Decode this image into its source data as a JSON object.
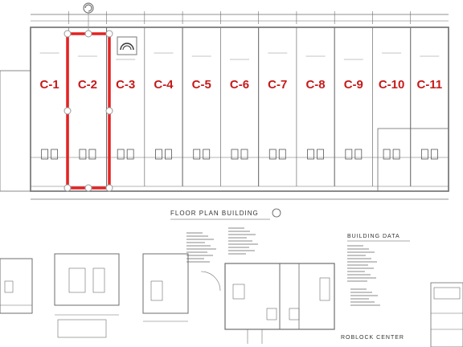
{
  "drawing": {
    "units": [
      "C-1",
      "C-2",
      "C-3",
      "C-4",
      "C-5",
      "C-6",
      "C-7",
      "C-8",
      "C-9",
      "C-10",
      "C-11"
    ],
    "highlighted_unit": "C-2",
    "plan_title": "FLOOR PLAN BUILDING",
    "building_data_title": "BUILDING DATA",
    "project_name": "ROBLOCK CENTER",
    "colors": {
      "label": "#c61a1a",
      "highlight": "#e52222",
      "line": "#6d6d6d",
      "handle_fill": "#ffffff",
      "handle_stroke": "#999999"
    },
    "icons": [
      "rotate-handle-icon",
      "door-arch-icon",
      "selection-handle-icon"
    ]
  }
}
